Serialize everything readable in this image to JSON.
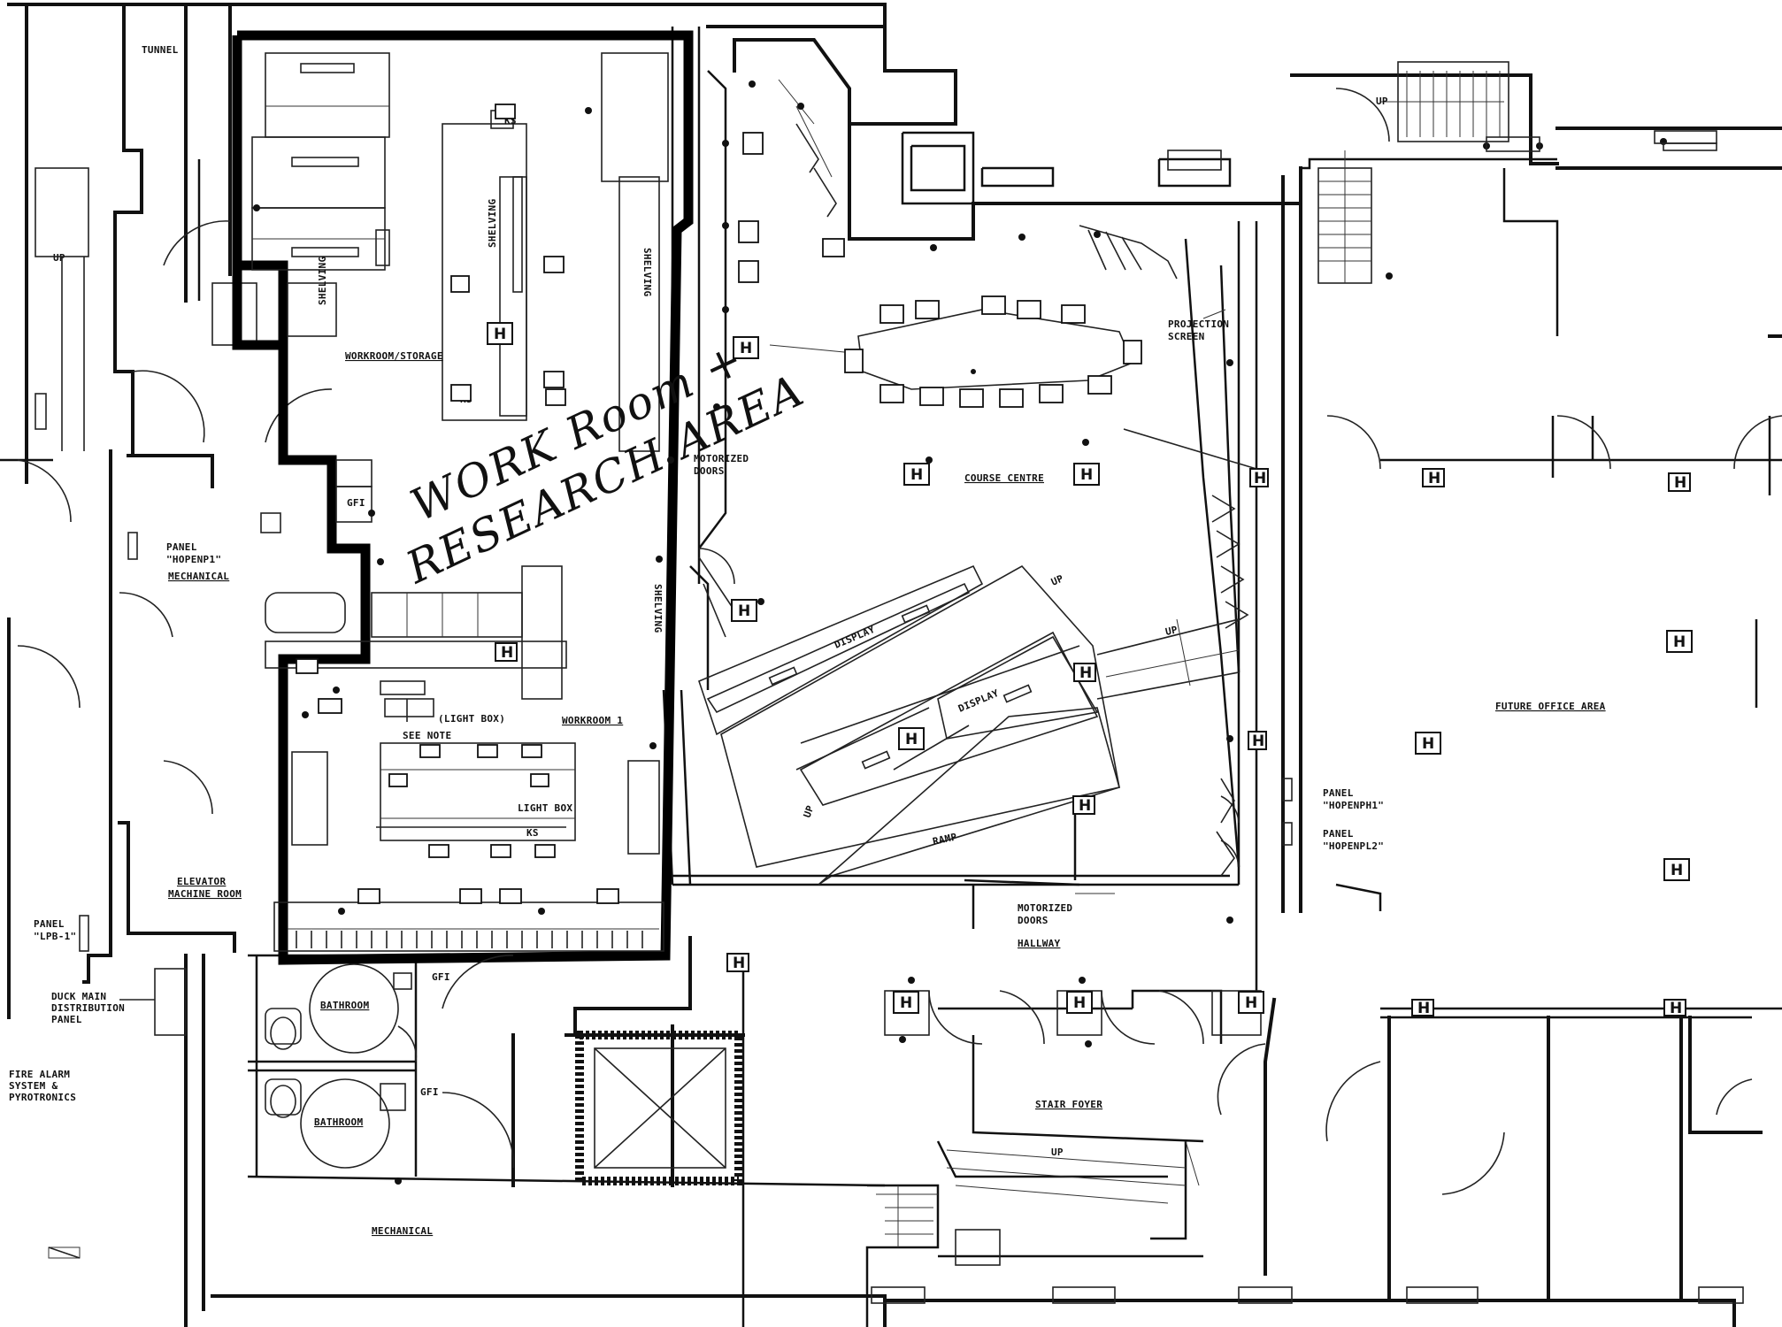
{
  "labels": {
    "tunnel": "TUNNEL",
    "up_left": "UP",
    "up_stair_top": "UP",
    "up_ramp": "UP",
    "up_stair_foyer": "UP",
    "up_west_lower": "UP",
    "up_display": "UP",
    "workroom_storage": "WORKROOM/STORAGE",
    "workroom_1": "WORKROOM 1",
    "light_box": "(LIGHT BOX)",
    "see_note": "SEE NOTE",
    "light_box_2": "LIGHT BOX",
    "panel_hopenp1": "PANEL",
    "panel_hopenp1_id": "\"HOPENP1\"",
    "mechanical_west": "MECHANICAL",
    "elevator_machine_room": "ELEVATOR",
    "elevator_machine_room_2": "MACHINE ROOM",
    "panel_lpb": "PANEL",
    "panel_lpb_id": "\"LPB-1\"",
    "main_distribution": "DUCK MAIN",
    "main_distribution_2": "DISTRIBUTION",
    "main_distribution_3": "PANEL",
    "fire_alarm": "FIRE ALARM",
    "fire_alarm_2": "SYSTEM &",
    "fire_alarm_3": "PYROTRONICS",
    "bathroom_1": "BATHROOM",
    "bathroom_2": "BATHROOM",
    "mechanical_south": "MECHANICAL",
    "gfi_1": "GFI",
    "gfi_2": "GFI",
    "gfi_3": "GFI",
    "motorized_doors_1": "MOTORIZED",
    "motorized_doors_1b": "DOORS",
    "motorized_doors_2": "MOTORIZED",
    "motorized_doors_2b": "DOORS",
    "course_centre": "COURSE CENTRE",
    "projection_screen": "PROJECTION",
    "projection_screen_2": "SCREEN",
    "hallway": "HALLWAY",
    "stair_foyer": "STAIR FOYER",
    "future_office_area": "FUTURE OFFICE AREA",
    "panel_hopenph1": "PANEL",
    "panel_hopenph1_id": "\"HOPENPH1\"",
    "panel_hopenpl2": "PANEL",
    "panel_hopenpl2_id": "\"HOPENPL2\"",
    "shelving_1": "SHELVING",
    "shelving_2": "SHELVING",
    "shelving_3": "SHELVING",
    "shelving_4": "SHELVING",
    "ks_1": "KS",
    "ks_2": "KS",
    "ks_3": "KS",
    "display": "DISPLAY",
    "ramp": "RAMP",
    "h": "H"
  },
  "annotation": {
    "line1": "WORK Room +",
    "line2": "RESEARCH AREA"
  },
  "colors": {
    "ink": "#111111",
    "paper": "#ffffff"
  }
}
